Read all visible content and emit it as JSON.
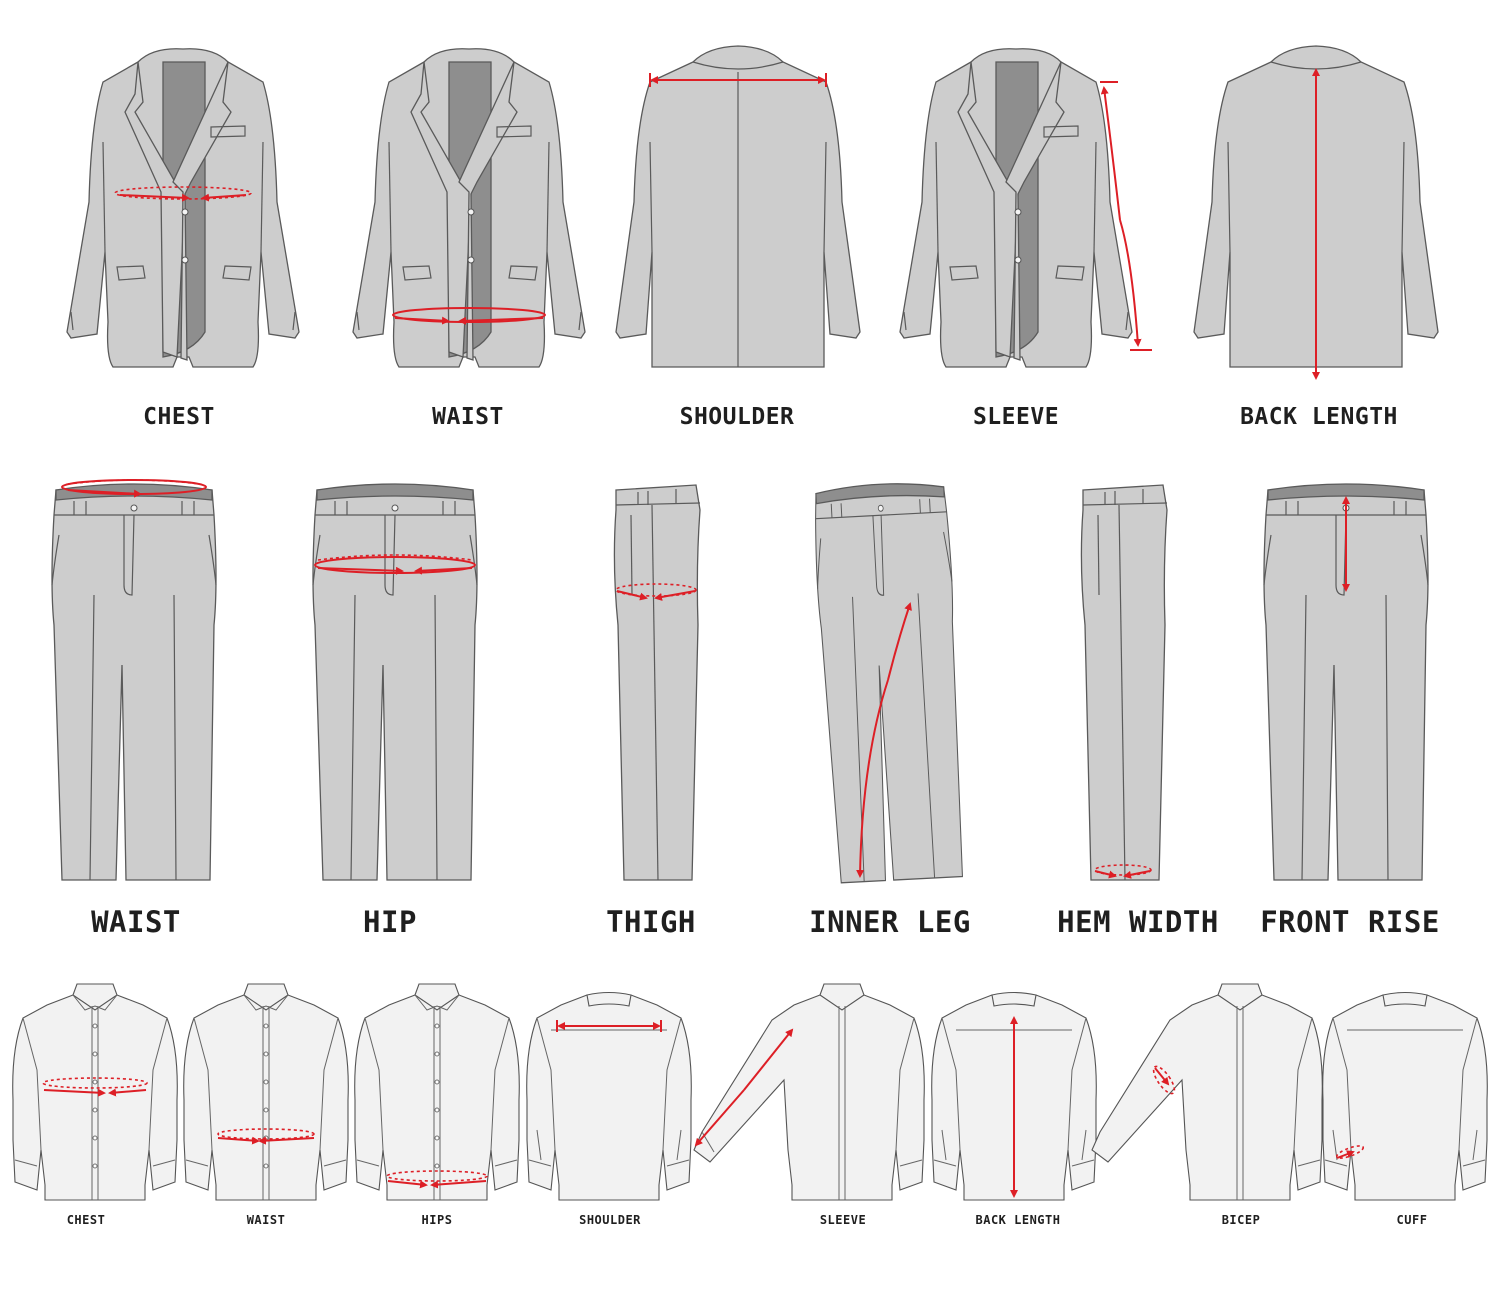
{
  "colors": {
    "accent": "#dd1f26",
    "garment_jacket": "#cdcdcd",
    "garment_shirt": "#f2f2f2"
  },
  "jackets": {
    "chest": "CHEST",
    "waist": "WAIST",
    "shoulder": "SHOULDER",
    "sleeve": "SLEEVE",
    "back_length": "BACK LENGTH"
  },
  "trousers": {
    "waist": "WAIST",
    "hip": "HIP",
    "thigh": "THIGH",
    "inner_leg": "INNER LEG",
    "hem_width": "HEM WIDTH",
    "front_rise": "FRONT RISE"
  },
  "shirts": {
    "chest": "CHEST",
    "waist": "WAIST",
    "hips": "HIPS",
    "shoulder": "SHOULDER",
    "sleeve": "SLEEVE",
    "back_length": "BACK LENGTH",
    "bicep": "BICEP",
    "cuff": "CUFF"
  }
}
